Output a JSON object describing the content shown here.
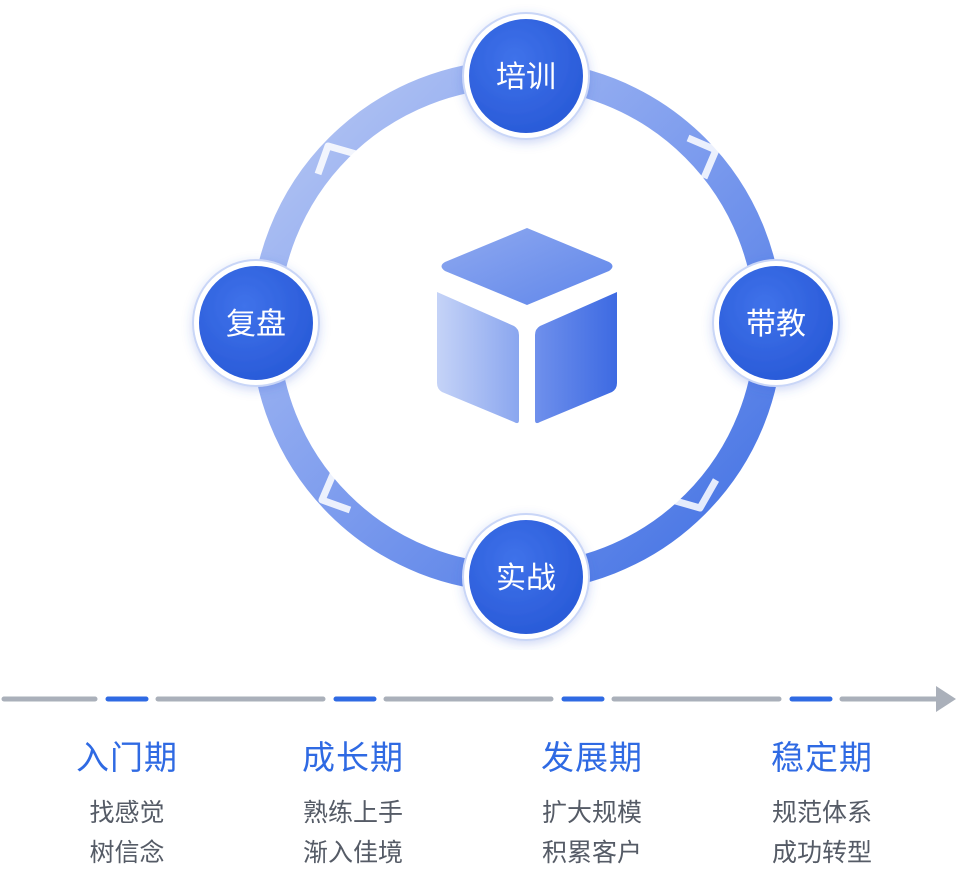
{
  "cycle": {
    "nodes": {
      "top": "培训",
      "right": "带教",
      "bottom": "实战",
      "left": "复盘"
    },
    "center_icon": "cube-icon"
  },
  "timeline": {
    "arrow_icon": "arrow-right-icon",
    "stages": [
      {
        "title": "入门期",
        "lines": [
          "找感觉",
          "树信念"
        ]
      },
      {
        "title": "成长期",
        "lines": [
          "熟练上手",
          "渐入佳境"
        ]
      },
      {
        "title": "发展期",
        "lines": [
          "扩大规模",
          "积累客户"
        ]
      },
      {
        "title": "稳定期",
        "lines": [
          "规范体系",
          "成功转型"
        ]
      }
    ]
  },
  "colors": {
    "primary": "#2f63df",
    "ring_light": "#aebff2",
    "ring_dark": "#4f7ce6",
    "timeline_gray": "#aab0ba",
    "timeline_accent": "#2f6ae3"
  }
}
